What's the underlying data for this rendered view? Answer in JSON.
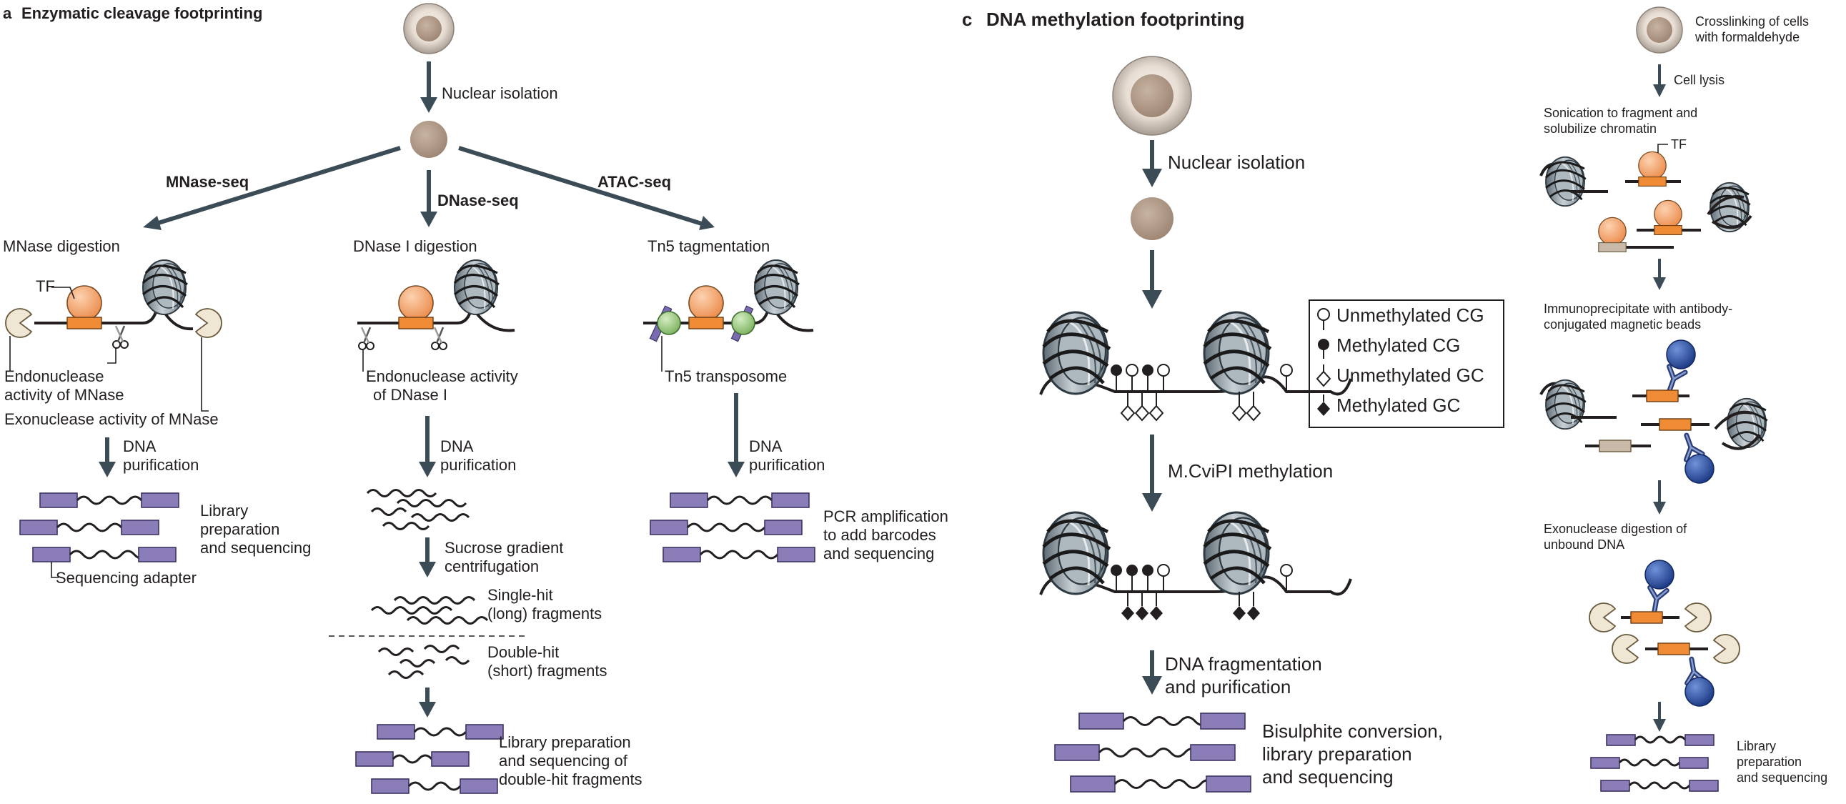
{
  "panel_a": {
    "letter": "a",
    "title": "Enzymatic cleavage footprinting",
    "nuclear_isolation": "Nuclear isolation",
    "branch_mnase": "MNase-seq",
    "branch_dnase": "DNase-seq",
    "branch_atac": "ATAC-seq",
    "mnase": {
      "step": "MNase digestion",
      "tf": "TF",
      "endo_1": "Endonuclease",
      "endo_2": "activity of MNase",
      "exo": "Exonuclease activity of MNase",
      "purif_1": "DNA",
      "purif_2": "purification",
      "lib_1": "Library",
      "lib_2": "preparation",
      "lib_3": "and sequencing",
      "adapter": "Sequencing adapter"
    },
    "dnase": {
      "step": "DNase I digestion",
      "endo_1": "Endonuclease activity",
      "endo_2": "of DNase I",
      "purif_1": "DNA",
      "purif_2": "purification",
      "sucrose_1": "Sucrose gradient",
      "sucrose_2": "centrifugation",
      "single_1": "Single-hit",
      "single_2": "(long) fragments",
      "double_1": "Double-hit",
      "double_2": "(short) fragments",
      "lib_1": "Library preparation",
      "lib_2": "and sequencing of",
      "lib_3": "double-hit fragments"
    },
    "atac": {
      "step": "Tn5 tagmentation",
      "tn5": "Tn5 transposome",
      "purif_1": "DNA",
      "purif_2": "purification",
      "pcr_1": "PCR amplification",
      "pcr_2": "to add barcodes",
      "pcr_3": "and sequencing"
    }
  },
  "panel_c": {
    "letter": "c",
    "title": "DNA methylation footprinting",
    "nuclear_isolation": "Nuclear isolation",
    "legend": {
      "unmeth_cg": "Unmethylated CG",
      "meth_cg": "Methylated CG",
      "unmeth_gc": "Unmethylated GC",
      "meth_gc": "Methylated GC"
    },
    "mcvipi": "M.CviPI methylation",
    "frag_1": "DNA fragmentation",
    "frag_2": "and purification",
    "bis_1": "Bisulphite conversion,",
    "bis_2": "library preparation",
    "bis_3": "and sequencing"
  },
  "panel_right": {
    "cross_1": "Crosslinking of cells",
    "cross_2": "with formaldehyde",
    "lysis": "Cell lysis",
    "sonic_1": "Sonication to fragment and",
    "sonic_2": "solubilize chromatin",
    "tf": "TF",
    "ip_1": "Immunoprecipitate with antibody-",
    "ip_2": "conjugated magnetic beads",
    "exo_1": "Exonuclease digestion of",
    "exo_2": "unbound DNA",
    "lib_1": "Library",
    "lib_2": "preparation",
    "lib_3": "and sequencing"
  },
  "colors": {
    "arrow": "#3c4c57",
    "nucleosome": "#8e9aa2",
    "tf": "#f6a46a",
    "tf_site": "#ef8b34",
    "adapter": "#8b7db8",
    "nucleus": "#b09a86",
    "transposome": "#93c47d",
    "bead": "#2d4f9e",
    "exonuclease": "#e9dfc9"
  }
}
